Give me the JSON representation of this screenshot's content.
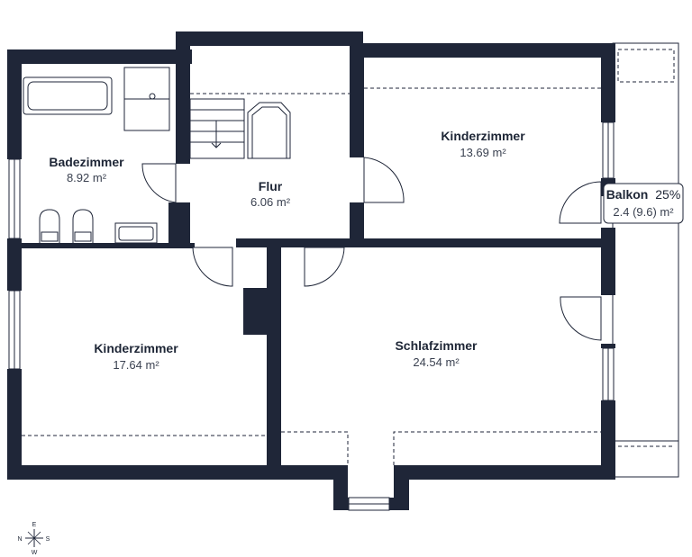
{
  "rooms": {
    "badezimmer": {
      "name": "Badezimmer",
      "area": "8.92 m²"
    },
    "flur": {
      "name": "Flur",
      "area": "6.06 m²"
    },
    "kinderzimmer_top": {
      "name": "Kinderzimmer",
      "area": "13.69 m²"
    },
    "kinderzimmer_bottom": {
      "name": "Kinderzimmer",
      "area": "17.64 m²"
    },
    "schlafzimmer": {
      "name": "Schlafzimmer",
      "area": "24.54 m²"
    },
    "balkon": {
      "name": "Balkon",
      "share": "25%",
      "area": "2.4 (9.6) m²"
    }
  },
  "compass": {
    "n": "N",
    "e": "E",
    "s": "S",
    "w": "W"
  },
  "colors": {
    "wall": "#1f2638",
    "text": "#1e2636"
  }
}
